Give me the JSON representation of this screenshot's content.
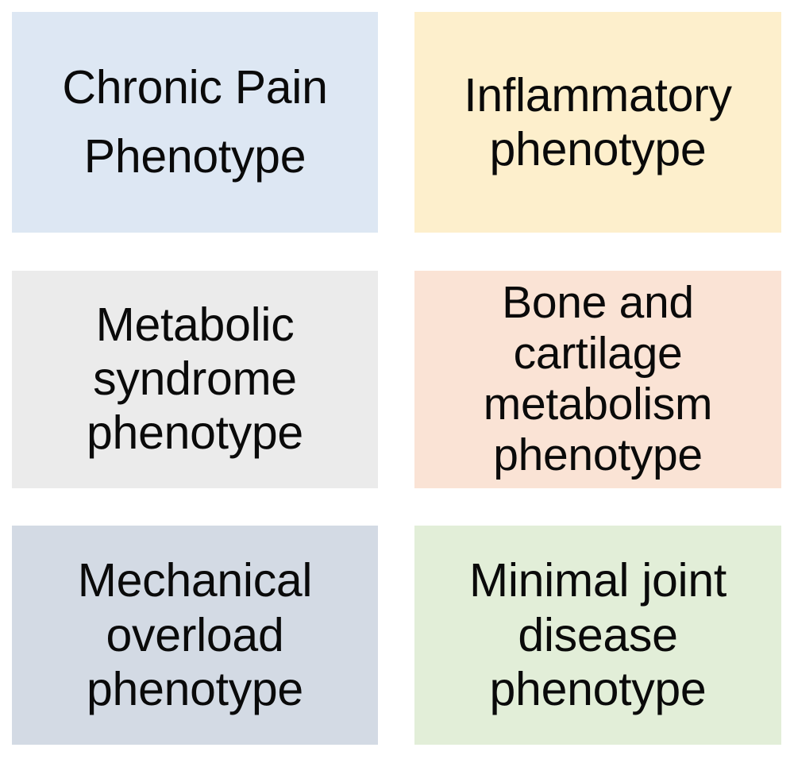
{
  "figure": {
    "kind": "phenotype-grid",
    "background_color": "#ffffff",
    "text_color": "#0a0a0a",
    "columns": 2,
    "rows": 3
  },
  "cards": [
    {
      "id": "chronic-pain",
      "label": "Chronic Pain\nPhenotype",
      "color": "#dde7f3",
      "row": 1,
      "column": 1
    },
    {
      "id": "inflammatory",
      "label": "Inflammatory\nphenotype",
      "color": "#fdefcc",
      "row": 1,
      "column": 2
    },
    {
      "id": "metabolic",
      "label": "Metabolic\nsyndrome\nphenotype",
      "color": "#ebebeb",
      "row": 2,
      "column": 1
    },
    {
      "id": "bone-cartilage",
      "label": "Bone and\ncartilage\nmetabolism\nphenotype",
      "color": "#fae3d5",
      "row": 2,
      "column": 2
    },
    {
      "id": "mechanical",
      "label": "Mechanical\noverload\nphenotype",
      "color": "#d3dae4",
      "row": 3,
      "column": 1
    },
    {
      "id": "minimal-joint",
      "label": "Minimal joint\ndisease\nphenotype",
      "color": "#e2eed8",
      "row": 3,
      "column": 2
    }
  ]
}
